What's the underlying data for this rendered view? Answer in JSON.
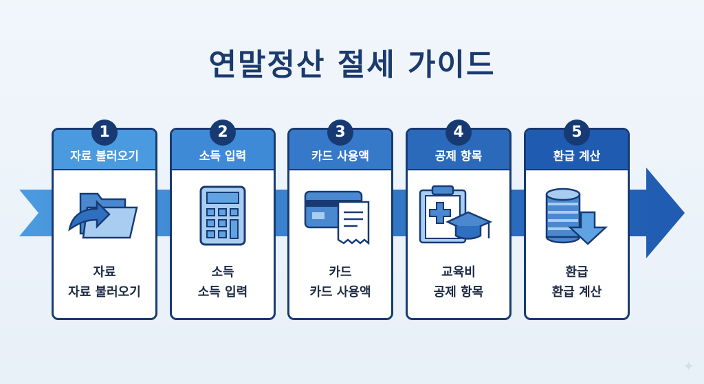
{
  "title": "연말정산 절세 가이드",
  "steps": [
    {
      "number": "1",
      "header": "자료 불러오기",
      "line1": "자료",
      "line2": "자료 불러오기",
      "icon": "folder-import-icon",
      "color": "#4a9ae0"
    },
    {
      "number": "2",
      "header": "소득 입력",
      "line1": "소득",
      "line2": "소득 입력",
      "icon": "calculator-icon",
      "color": "#3f8ad6"
    },
    {
      "number": "3",
      "header": "카드 사용액",
      "line1": "카드",
      "line2": "카드 사용액",
      "icon": "credit-card-receipt-icon",
      "color": "#3579c8"
    },
    {
      "number": "4",
      "header": "공제 항목",
      "line1": "교육비",
      "line2": "공제 항목",
      "icon": "medical-education-icon",
      "color": "#2b69bb"
    },
    {
      "number": "5",
      "header": "환급 계산",
      "line1": "환급",
      "line2": "환급 계산",
      "icon": "coins-refund-icon",
      "color": "#1f5bb0"
    }
  ]
}
